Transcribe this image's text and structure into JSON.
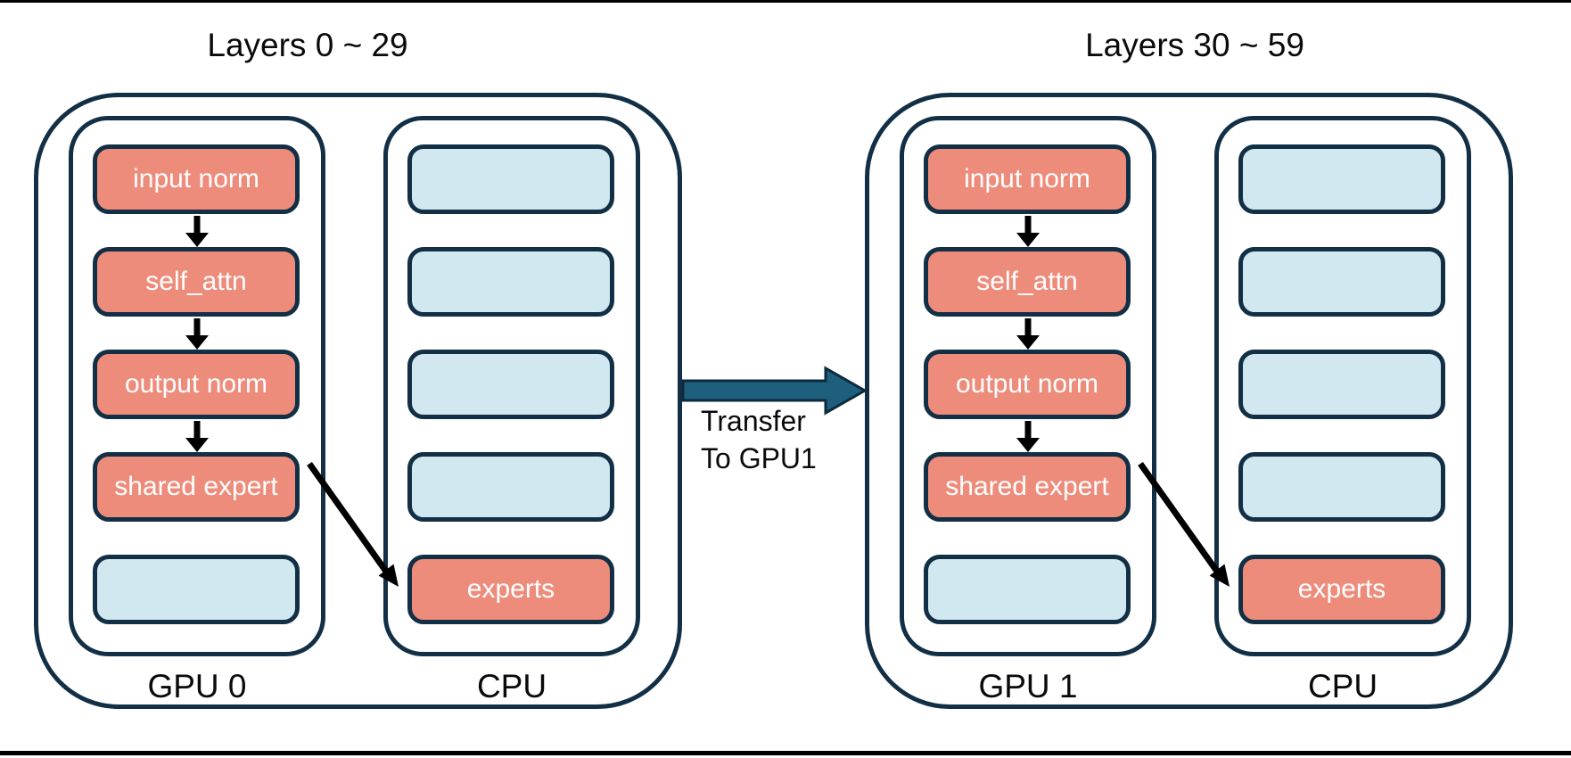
{
  "colors": {
    "border_navy": "#122f45",
    "box_salmon": "#ee8c7b",
    "box_light_blue": "#d2e8f0",
    "transfer_arrow_teal": "#1d5f7d",
    "flow_arrow_black": "#000000",
    "box_text": "#ffffff",
    "label_text": "#0a0a0a"
  },
  "transfer": {
    "line1": "Transfer",
    "line2": "To GPU1"
  },
  "groups": [
    {
      "title": "Layers 0 ~ 29",
      "gpu": {
        "label": "GPU 0",
        "boxes": [
          {
            "label": "input norm",
            "style": "salmon"
          },
          {
            "label": "self_attn",
            "style": "salmon"
          },
          {
            "label": "output norm",
            "style": "salmon"
          },
          {
            "label": "shared expert",
            "style": "salmon"
          },
          {
            "label": "",
            "style": "blue"
          }
        ]
      },
      "cpu": {
        "label": "CPU",
        "boxes": [
          {
            "label": "",
            "style": "blue"
          },
          {
            "label": "",
            "style": "blue"
          },
          {
            "label": "",
            "style": "blue"
          },
          {
            "label": "",
            "style": "blue"
          },
          {
            "label": "experts",
            "style": "salmon"
          }
        ]
      }
    },
    {
      "title": "Layers 30 ~ 59",
      "gpu": {
        "label": "GPU 1",
        "boxes": [
          {
            "label": "input norm",
            "style": "salmon"
          },
          {
            "label": "self_attn",
            "style": "salmon"
          },
          {
            "label": "output norm",
            "style": "salmon"
          },
          {
            "label": "shared expert",
            "style": "salmon"
          },
          {
            "label": "",
            "style": "blue"
          }
        ]
      },
      "cpu": {
        "label": "CPU",
        "boxes": [
          {
            "label": "",
            "style": "blue"
          },
          {
            "label": "",
            "style": "blue"
          },
          {
            "label": "",
            "style": "blue"
          },
          {
            "label": "",
            "style": "blue"
          },
          {
            "label": "experts",
            "style": "salmon"
          }
        ]
      }
    }
  ]
}
